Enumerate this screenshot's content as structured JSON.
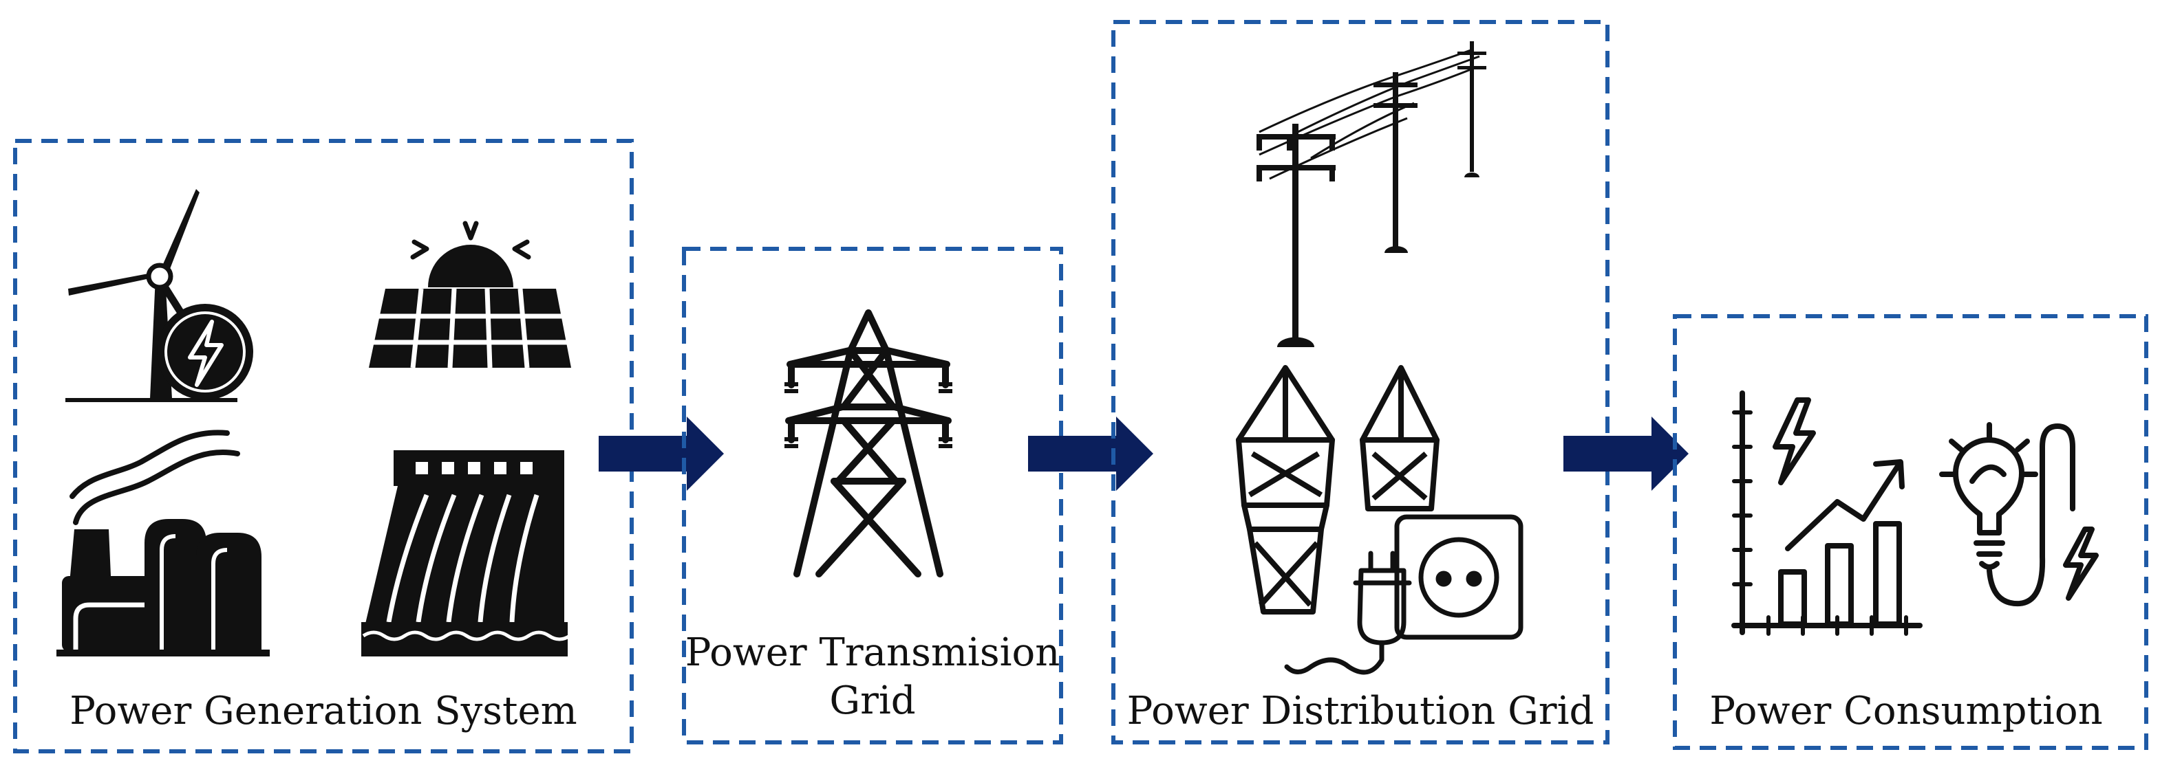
{
  "diagram": {
    "stages": [
      {
        "id": "generation",
        "label_lines": [
          "Power Generation System"
        ],
        "icons": [
          "wind-turbine-icon",
          "solar-panel-icon",
          "power-plant-icon",
          "hydro-dam-icon"
        ]
      },
      {
        "id": "transmission",
        "label_lines": [
          "Power Transmision",
          "Grid"
        ],
        "icons": [
          "transmission-tower-icon"
        ]
      },
      {
        "id": "distribution",
        "label_lines": [
          "Power Distribution Grid"
        ],
        "icons": [
          "utility-poles-icon",
          "substation-towers-icon",
          "plug-socket-icon"
        ]
      },
      {
        "id": "consumption",
        "label_lines": [
          "Power Consumption"
        ],
        "icons": [
          "energy-chart-icon",
          "light-bulb-icon"
        ]
      }
    ],
    "connectors": [
      {
        "from": "generation",
        "to": "transmission"
      },
      {
        "from": "transmission",
        "to": "distribution"
      },
      {
        "from": "distribution",
        "to": "consumption"
      }
    ],
    "colors": {
      "box_border": "#1f5aa6",
      "arrow": "#0b1f5c",
      "icon": "#111111",
      "text": "#111111"
    }
  }
}
